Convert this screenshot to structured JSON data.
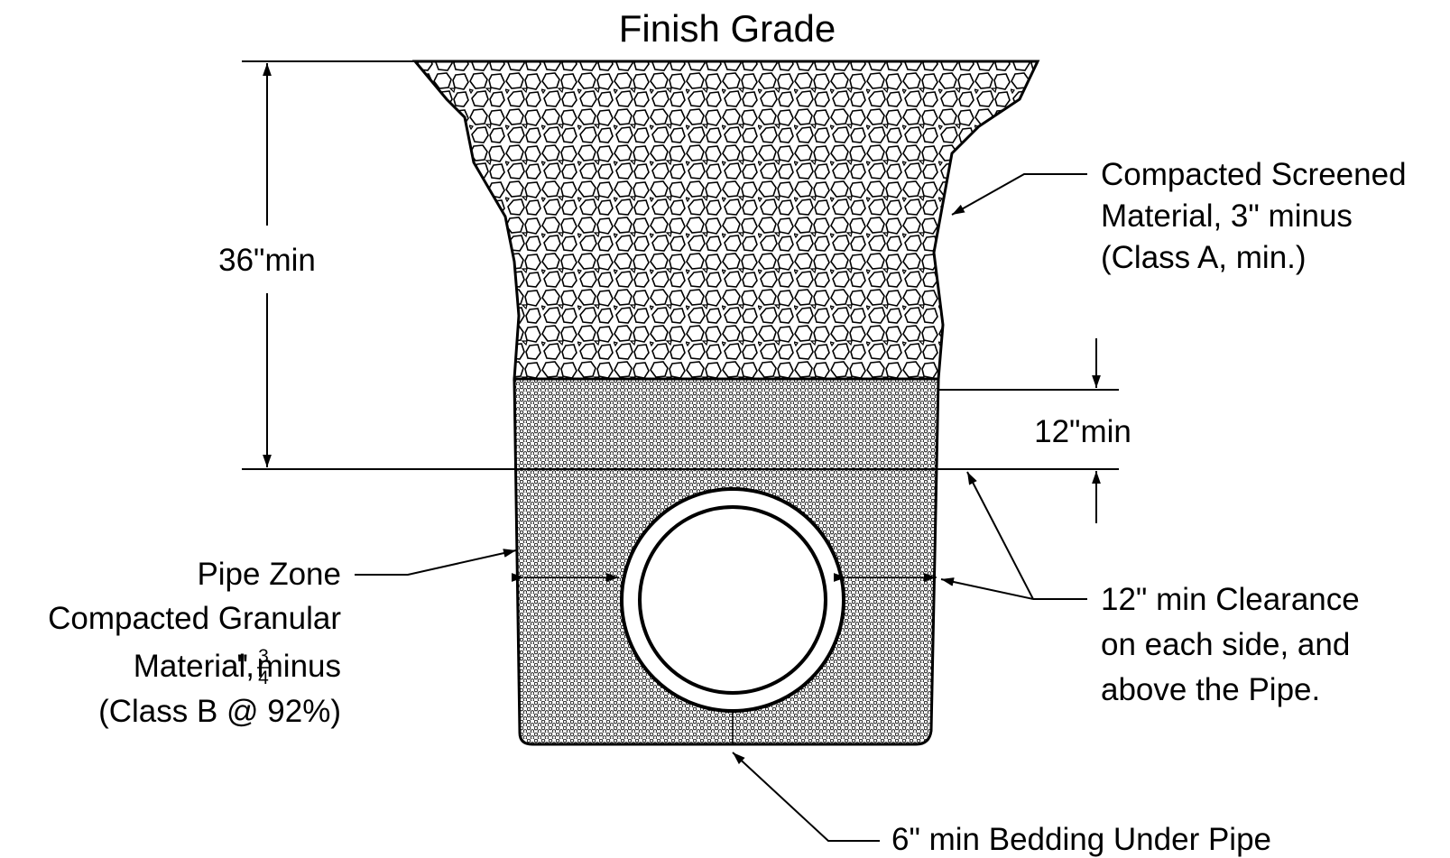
{
  "diagram": {
    "title": "Finish Grade",
    "depth_dimension": "36\"min",
    "cover_dimension": "12\"min",
    "screened_label": {
      "line1": "Compacted Screened",
      "line2": "Material, 3\" minus",
      "line3": "(Class A, min.)"
    },
    "pipe_zone_label": {
      "line1": "Pipe Zone",
      "line2": "Compacted Granular",
      "line3_prefix": "Material, ",
      "frac_num": "3",
      "frac_den": "4",
      "line3_suffix": "\" minus",
      "line4": "(Class B @ 92%)"
    },
    "clearance_label": {
      "line1": "12\" min Clearance",
      "line2": "on each side, and",
      "line3": "above the Pipe."
    },
    "bedding_label": "6\" min Bedding Under Pipe",
    "colors": {
      "line": "#000000",
      "background": "#ffffff"
    }
  }
}
